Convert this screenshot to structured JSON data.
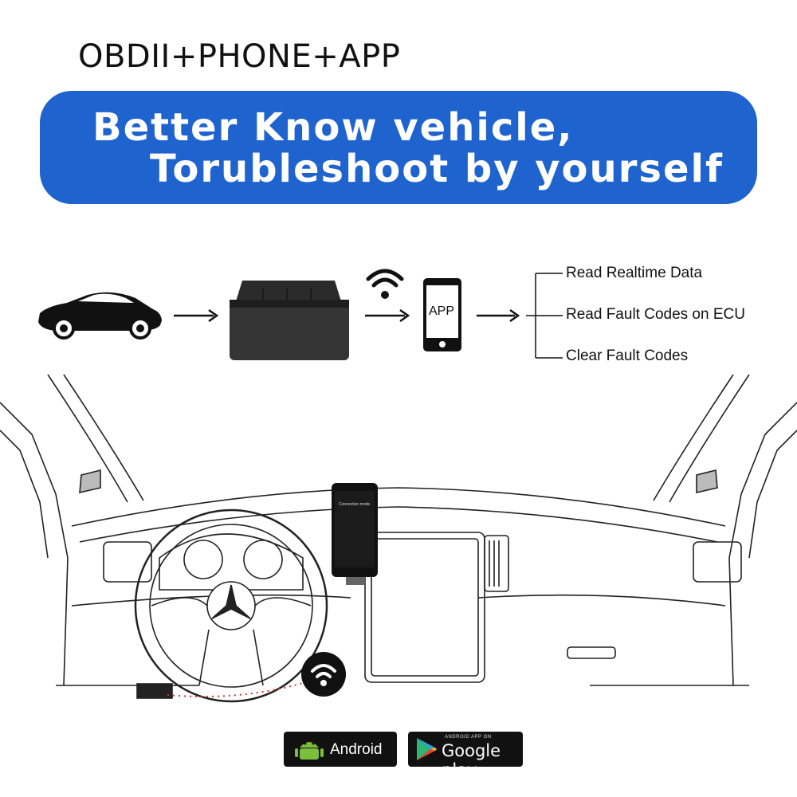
{
  "header": {
    "title": "OBDII+PHONE+APP"
  },
  "banner": {
    "line1": "Better Know vehicle,",
    "line2": "Torubleshoot by yourself"
  },
  "flow": {
    "app_label": "APP",
    "outputs": [
      "Read Realtime Data",
      "Read Fault Codes on ECU",
      "Clear Fault Codes"
    ]
  },
  "phone_screen": {
    "title": "Connection mode"
  },
  "stores": {
    "android_label": "Android",
    "google_play_small": "ANDROID APP ON",
    "google_play_label": "Google play"
  },
  "icons": [
    "car-icon",
    "obd-adapter-icon",
    "wifi-icon",
    "smartphone-icon",
    "arrow-icon",
    "android-robot-icon",
    "google-play-icon"
  ],
  "colors": {
    "banner": "#1f63cf",
    "badge": "#111111",
    "link_dots": "#e03030"
  }
}
